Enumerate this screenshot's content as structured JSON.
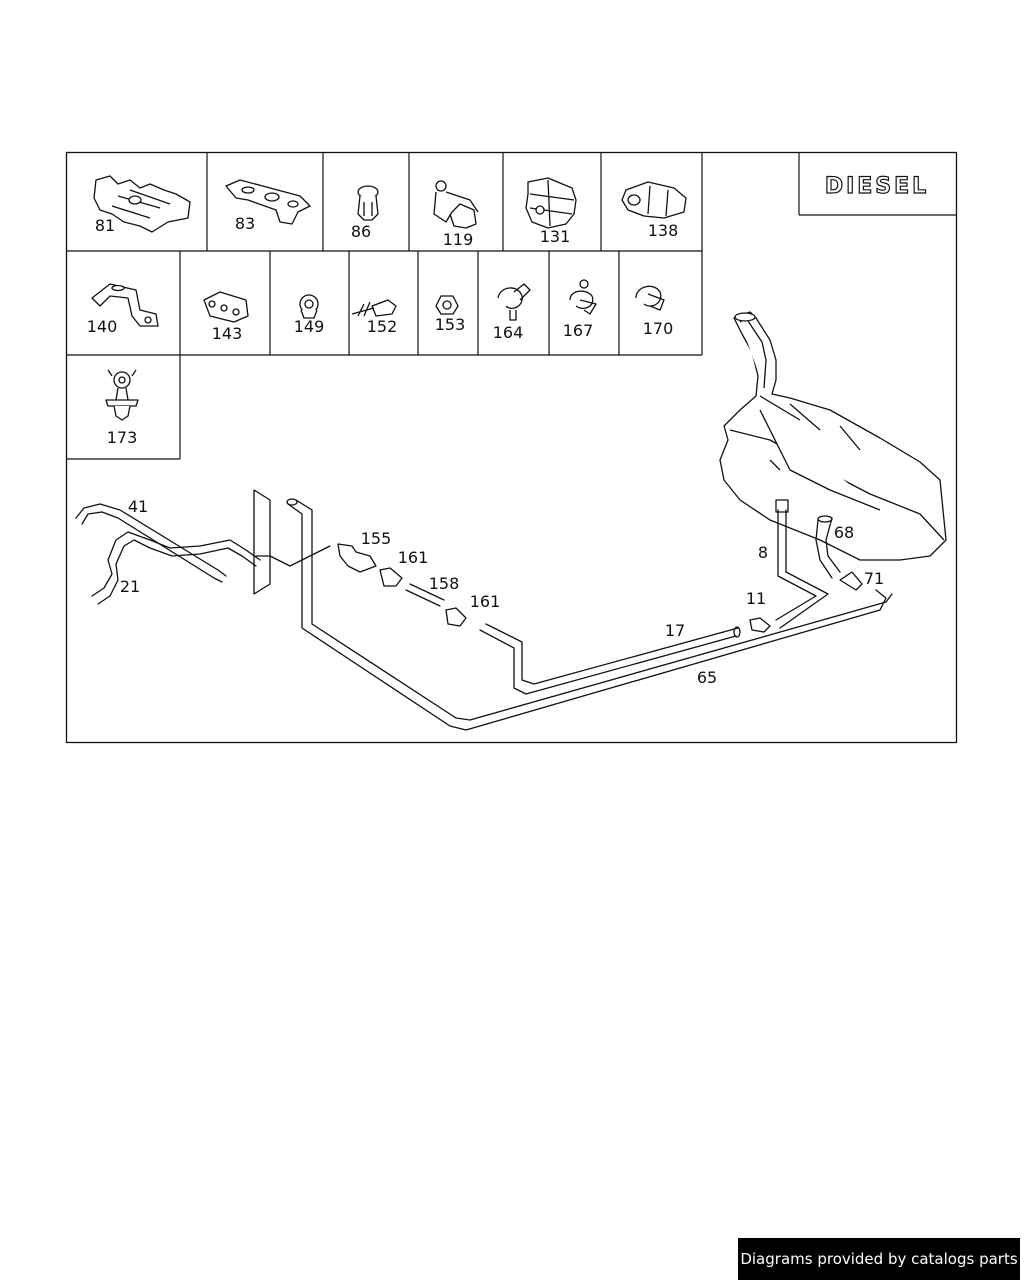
{
  "diagram": {
    "tag": "DIESEL",
    "legend_parts": [
      {
        "id": "p81",
        "label": "81",
        "icon": "support-bracket-icon"
      },
      {
        "id": "p83",
        "label": "83",
        "icon": "clamp-plate-icon"
      },
      {
        "id": "p86",
        "label": "86",
        "icon": "plug-clip-icon"
      },
      {
        "id": "p119",
        "label": "119",
        "icon": "bracket-holder-icon"
      },
      {
        "id": "p131",
        "label": "131",
        "icon": "line-holder-icon"
      },
      {
        "id": "p138",
        "label": "138",
        "icon": "line-holder-icon"
      },
      {
        "id": "p140",
        "label": "140",
        "icon": "bracket-icon"
      },
      {
        "id": "p143",
        "label": "143",
        "icon": "rubber-mount-icon"
      },
      {
        "id": "p149",
        "label": "149",
        "icon": "grommet-icon"
      },
      {
        "id": "p152",
        "label": "152",
        "icon": "screw-icon"
      },
      {
        "id": "p153",
        "label": "153",
        "icon": "nut-icon"
      },
      {
        "id": "p164",
        "label": "164",
        "icon": "clip-icon"
      },
      {
        "id": "p167",
        "label": "167",
        "icon": "clip-icon"
      },
      {
        "id": "p170",
        "label": "170",
        "icon": "clip-icon"
      },
      {
        "id": "p173",
        "label": "173",
        "icon": "push-clip-icon"
      }
    ],
    "callouts": [
      {
        "id": "c41",
        "label": "41"
      },
      {
        "id": "c21",
        "label": "21"
      },
      {
        "id": "c155",
        "label": "155"
      },
      {
        "id": "c161a",
        "label": "161"
      },
      {
        "id": "c158",
        "label": "158"
      },
      {
        "id": "c161b",
        "label": "161"
      },
      {
        "id": "c17",
        "label": "17"
      },
      {
        "id": "c11",
        "label": "11"
      },
      {
        "id": "c8",
        "label": "8"
      },
      {
        "id": "c68",
        "label": "68"
      },
      {
        "id": "c71",
        "label": "71"
      },
      {
        "id": "c65",
        "label": "65"
      }
    ]
  },
  "footer": {
    "credit": "Diagrams provided by catalogs parts"
  }
}
